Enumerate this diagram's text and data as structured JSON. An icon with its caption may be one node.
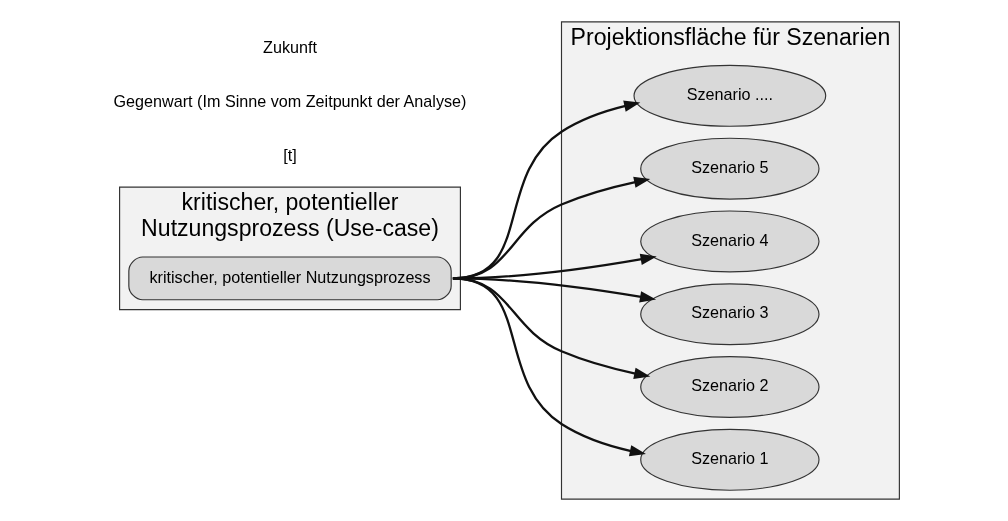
{
  "diagram": {
    "nodes": [
      {
        "text": [
          "kritischer, potentieller Nutzungsprozess (Use-case)"
        ]
      },
      {
        "text": [
          "kritischer, potentieller Nutzungsprozess"
        ],
        "in": 0
      },
      {
        "text": [
          "Projektionsfläche für Szenarien"
        ]
      },
      {
        "text": [
          "Szenario ...."
        ],
        "in": 2
      },
      {
        "text": [
          "Szenario 5"
        ],
        "in": 2
      },
      {
        "text": [
          "Szenario 4"
        ],
        "in": 2
      },
      {
        "text": [
          "Szenario 3"
        ],
        "in": 2
      },
      {
        "text": [
          "Szenario 2"
        ],
        "in": 2
      },
      {
        "text": [
          "Szenario 1"
        ],
        "in": 2
      }
    ],
    "edges": [
      {
        "from": 1,
        "to": 3,
        "arrow": "to"
      },
      {
        "from": 1,
        "to": 4,
        "arrow": "to"
      },
      {
        "from": 1,
        "to": 5,
        "arrow": "to"
      },
      {
        "from": 1,
        "to": 6,
        "arrow": "to"
      },
      {
        "from": 1,
        "to": 7,
        "arrow": "to"
      },
      {
        "from": 1,
        "to": 8,
        "arrow": "to"
      }
    ],
    "labels": [
      "[t]",
      "Gegenwart (Im Sinne vom Zeitpunkt der Analyse)",
      "Zukunft"
    ]
  }
}
